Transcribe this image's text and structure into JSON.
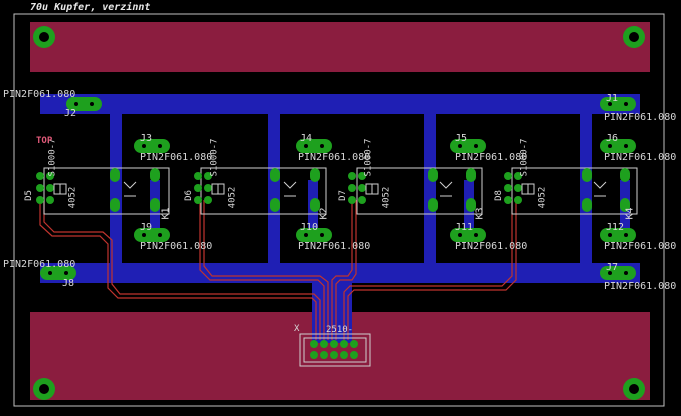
{
  "board": {
    "title": "70u Kupfer, verzinnt",
    "colors": {
      "background": "#000000",
      "top_copper": "#8b1d3f",
      "bottom_copper": "#1f1fb4",
      "pad": "#1ea01e",
      "trace": "#c0342e",
      "silkscreen": "#d0d0d0",
      "outline": "#bfbfbf"
    }
  },
  "labels": {
    "pin_type": "PIN2F061.080",
    "j1": "J1",
    "j2": "J2",
    "j3": "J3",
    "j4": "J4",
    "j5": "J5",
    "j6": "J6",
    "j7": "J7",
    "j8": "J8",
    "j9": "J9",
    "j10": "J10",
    "j11": "J11",
    "j12": "J12",
    "k1": "K1",
    "k2": "K2",
    "k3": "K3",
    "k4": "K4",
    "d5": "D5",
    "d6": "D6",
    "d7": "D7",
    "d8": "D8",
    "part": "4052",
    "part_top": "S1000-7",
    "top_tag": "TOP",
    "conn_ref": "X",
    "conn_val": "2510-"
  }
}
